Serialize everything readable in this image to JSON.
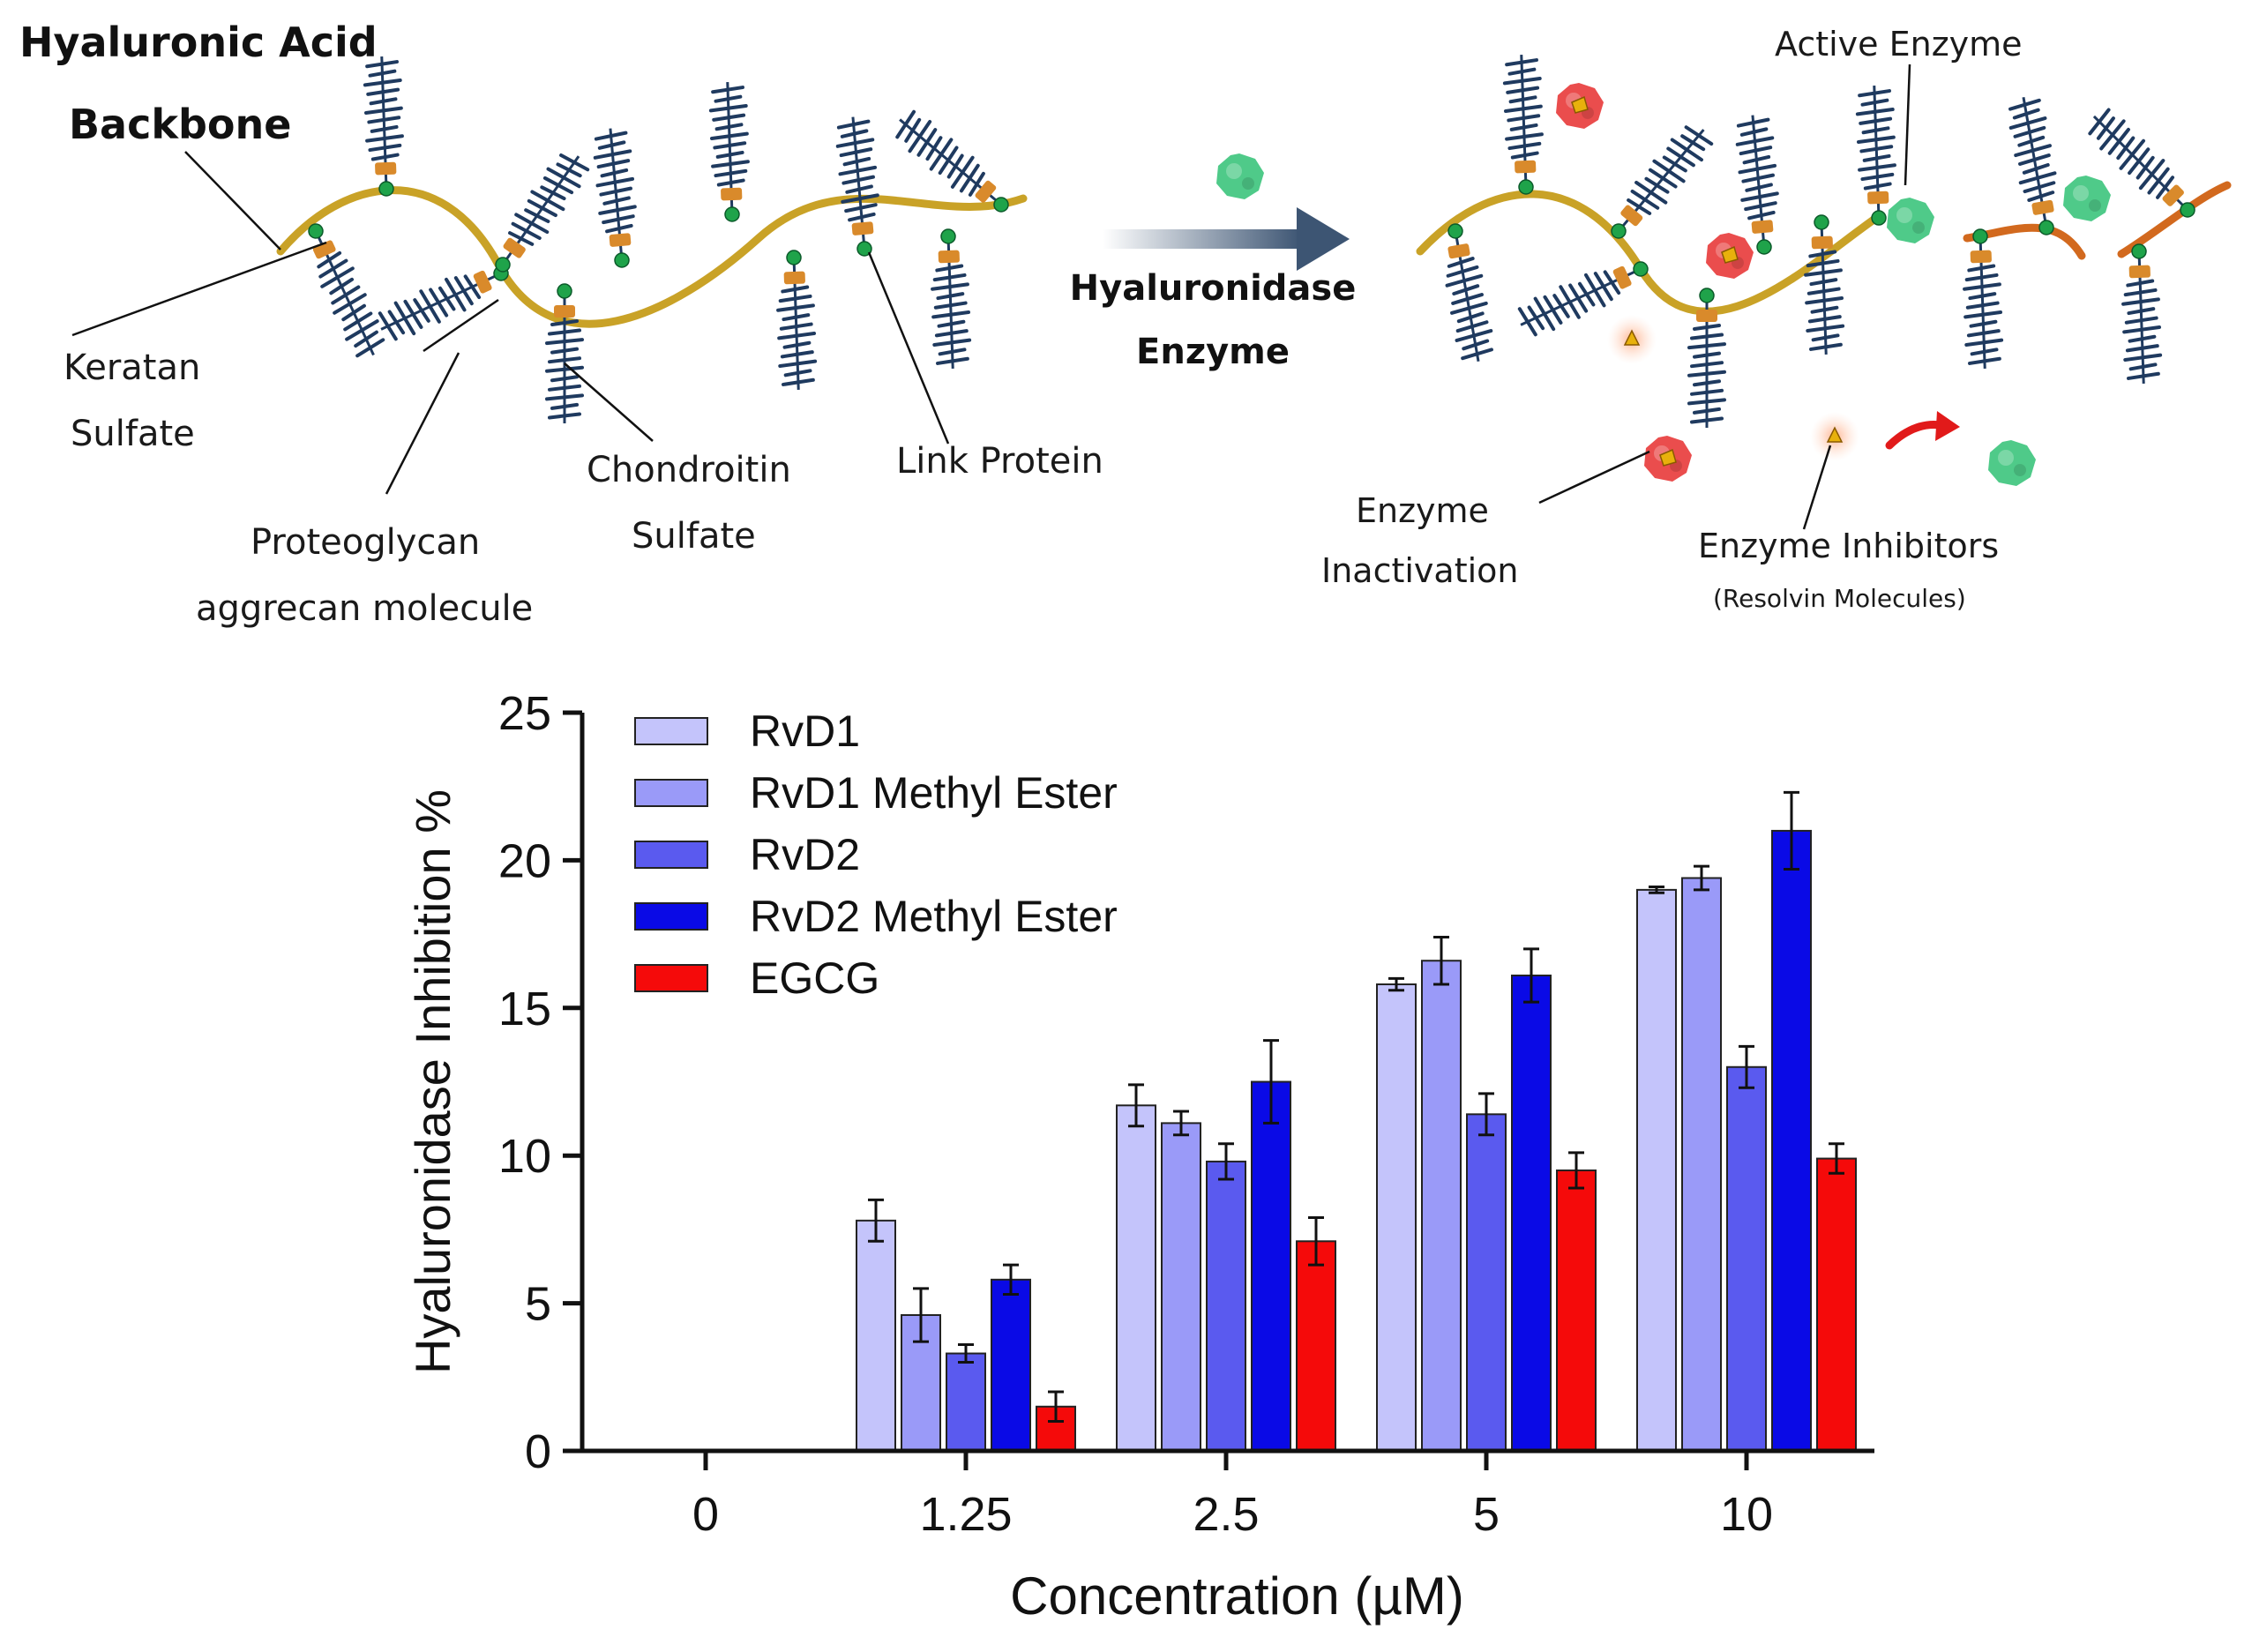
{
  "schematic": {
    "left_labels": {
      "backbone_line1": "Hyaluronic Acid",
      "backbone_line2": "Backbone",
      "keratan_line1": "Keratan",
      "keratan_line2": "Sulfate",
      "proteoglycan_line1": "Proteoglycan",
      "proteoglycan_line2": "aggrecan molecule",
      "chondroitin_line1": "Chondroitin",
      "chondroitin_line2": "Sulfate",
      "link_protein": "Link Protein"
    },
    "arrow_labels": {
      "line1": "Hyaluronidase",
      "line2": "Enzyme"
    },
    "right_labels": {
      "active_enzyme": "Active Enzyme",
      "inactivation_line1": "Enzyme",
      "inactivation_line2": "Inactivation",
      "inhibitors": "Enzyme Inhibitors",
      "inhibitors_sub": "(Resolvin Molecules)"
    },
    "colors": {
      "backbone": "#c9a227",
      "cleaved_backbone": "#d2691e",
      "node": "#1fa34a",
      "side_chain": "#1f3a5f",
      "link": "#d98a2b",
      "active_enzyme": "#3cc47c",
      "inactive_enzyme": "#e83a3a",
      "inhibitor": "#e8b10c"
    }
  },
  "chart_data": {
    "type": "bar",
    "categories": [
      "0",
      "1.25",
      "2.5",
      "5",
      "10"
    ],
    "series": [
      {
        "name": "RvD1",
        "color": "#c4c4fb",
        "values": [
          0,
          7.8,
          11.7,
          15.8,
          19.0
        ],
        "errors": [
          0,
          0.7,
          0.7,
          0.2,
          0.1
        ]
      },
      {
        "name": "RvD1 Methyl Ester",
        "color": "#9a9af8",
        "values": [
          0,
          4.6,
          11.1,
          16.6,
          19.4
        ],
        "errors": [
          0,
          0.9,
          0.4,
          0.8,
          0.4
        ]
      },
      {
        "name": "RvD2",
        "color": "#5a5aef",
        "values": [
          0,
          3.3,
          9.8,
          11.4,
          13.0
        ],
        "errors": [
          0,
          0.3,
          0.6,
          0.7,
          0.7
        ]
      },
      {
        "name": "RvD2 Methyl Ester",
        "color": "#0a0ae6",
        "values": [
          0,
          5.8,
          12.5,
          16.1,
          21.0
        ],
        "errors": [
          0,
          0.5,
          1.4,
          0.9,
          1.3
        ]
      },
      {
        "name": "EGCG",
        "color": "#f50a0a",
        "values": [
          0,
          1.5,
          7.1,
          9.5,
          9.9
        ],
        "errors": [
          0,
          0.5,
          0.8,
          0.6,
          0.5
        ]
      }
    ],
    "xlabel": "Concentration (µM)",
    "ylabel": "Hyaluronidase Inhibition %",
    "ylim": [
      0,
      25
    ],
    "yticks": [
      "0",
      "5",
      "10",
      "15",
      "20",
      "25"
    ],
    "legend_position": "top-left",
    "grid": false
  }
}
